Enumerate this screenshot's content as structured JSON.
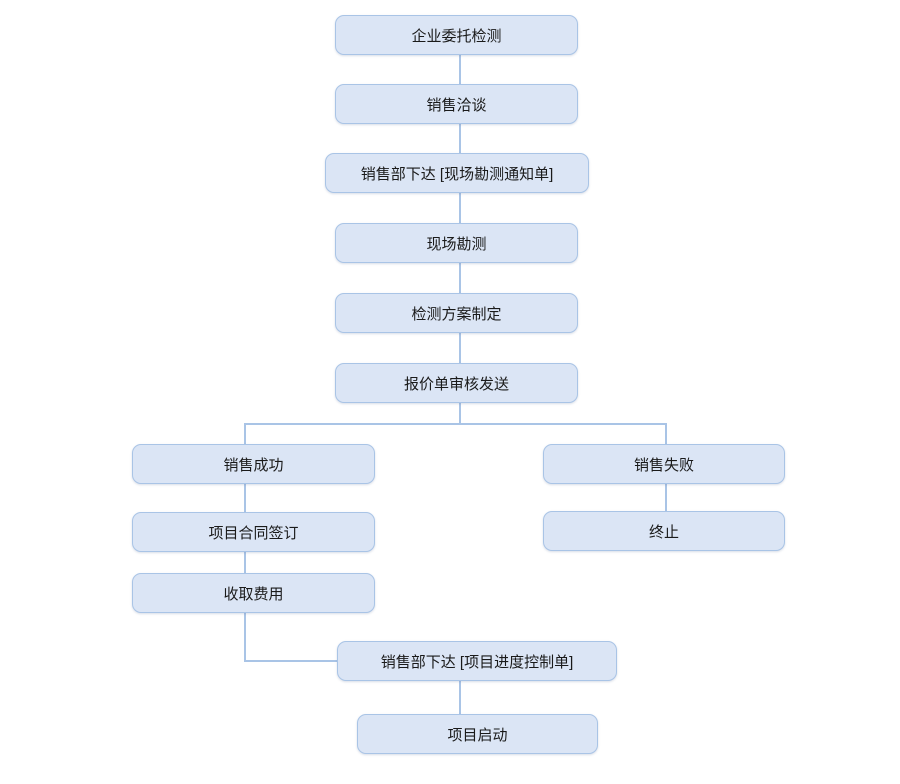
{
  "diagram": {
    "type": "flowchart",
    "direction": "top-down",
    "background_color": "#ffffff",
    "node_fill_color": "#dbe5f5",
    "node_border_color": "#a9c4e6",
    "connector_color": "#a9c4e6",
    "text_color": "#1a1a1a",
    "nodes": [
      {
        "id": "enterprise-commissioned-testing",
        "label": "企业委托检测"
      },
      {
        "id": "sales-negotiation",
        "label": "销售洽谈"
      },
      {
        "id": "sales-dept-issues-site-survey-notice",
        "label": "销售部下达 [现场勘测通知单]"
      },
      {
        "id": "site-survey",
        "label": "现场勘测"
      },
      {
        "id": "testing-plan-formulation",
        "label": "检测方案制定"
      },
      {
        "id": "quotation-review-and-send",
        "label": "报价单审核发送"
      },
      {
        "id": "sales-success",
        "label": "销售成功"
      },
      {
        "id": "sales-failure",
        "label": "销售失败"
      },
      {
        "id": "project-contract-signing",
        "label": "项目合同签订"
      },
      {
        "id": "termination",
        "label": "终止"
      },
      {
        "id": "fee-collection",
        "label": "收取费用"
      },
      {
        "id": "sales-dept-issues-project-progress-control-sheet",
        "label": "销售部下达 [项目进度控制单]"
      },
      {
        "id": "project-launch",
        "label": "项目启动"
      }
    ],
    "edges": [
      {
        "from": "enterprise-commissioned-testing",
        "to": "sales-negotiation"
      },
      {
        "from": "sales-negotiation",
        "to": "sales-dept-issues-site-survey-notice"
      },
      {
        "from": "sales-dept-issues-site-survey-notice",
        "to": "site-survey"
      },
      {
        "from": "site-survey",
        "to": "testing-plan-formulation"
      },
      {
        "from": "testing-plan-formulation",
        "to": "quotation-review-and-send"
      },
      {
        "from": "quotation-review-and-send",
        "to": "sales-success"
      },
      {
        "from": "quotation-review-and-send",
        "to": "sales-failure"
      },
      {
        "from": "sales-success",
        "to": "project-contract-signing"
      },
      {
        "from": "sales-failure",
        "to": "termination"
      },
      {
        "from": "project-contract-signing",
        "to": "fee-collection"
      },
      {
        "from": "fee-collection",
        "to": "sales-dept-issues-project-progress-control-sheet"
      },
      {
        "from": "sales-dept-issues-project-progress-control-sheet",
        "to": "project-launch"
      }
    ]
  }
}
